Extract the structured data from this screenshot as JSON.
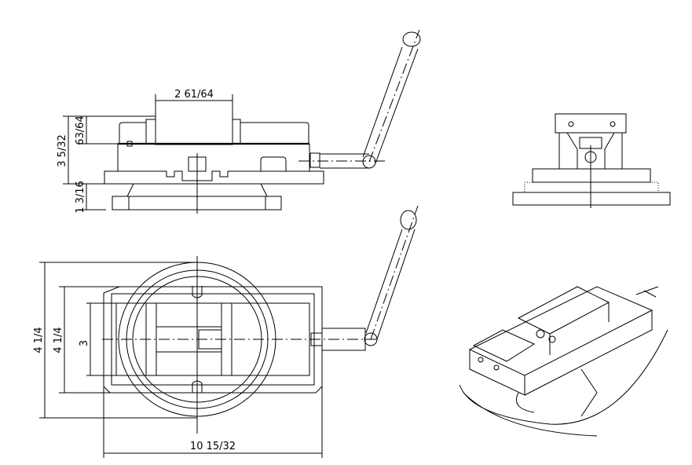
{
  "title": "Machine vise technical drawing",
  "dimensions": {
    "jaw_width": "2 61/64",
    "jaw_height": "63/64",
    "body_height": "3 5/32",
    "base_height": "1 3/16",
    "overall_width": "4 1/4",
    "body_width": "4 1/4",
    "jaw_opening": "3",
    "overall_length": "10 15/32"
  },
  "colors": {
    "line": "#000000",
    "background": "#ffffff"
  }
}
